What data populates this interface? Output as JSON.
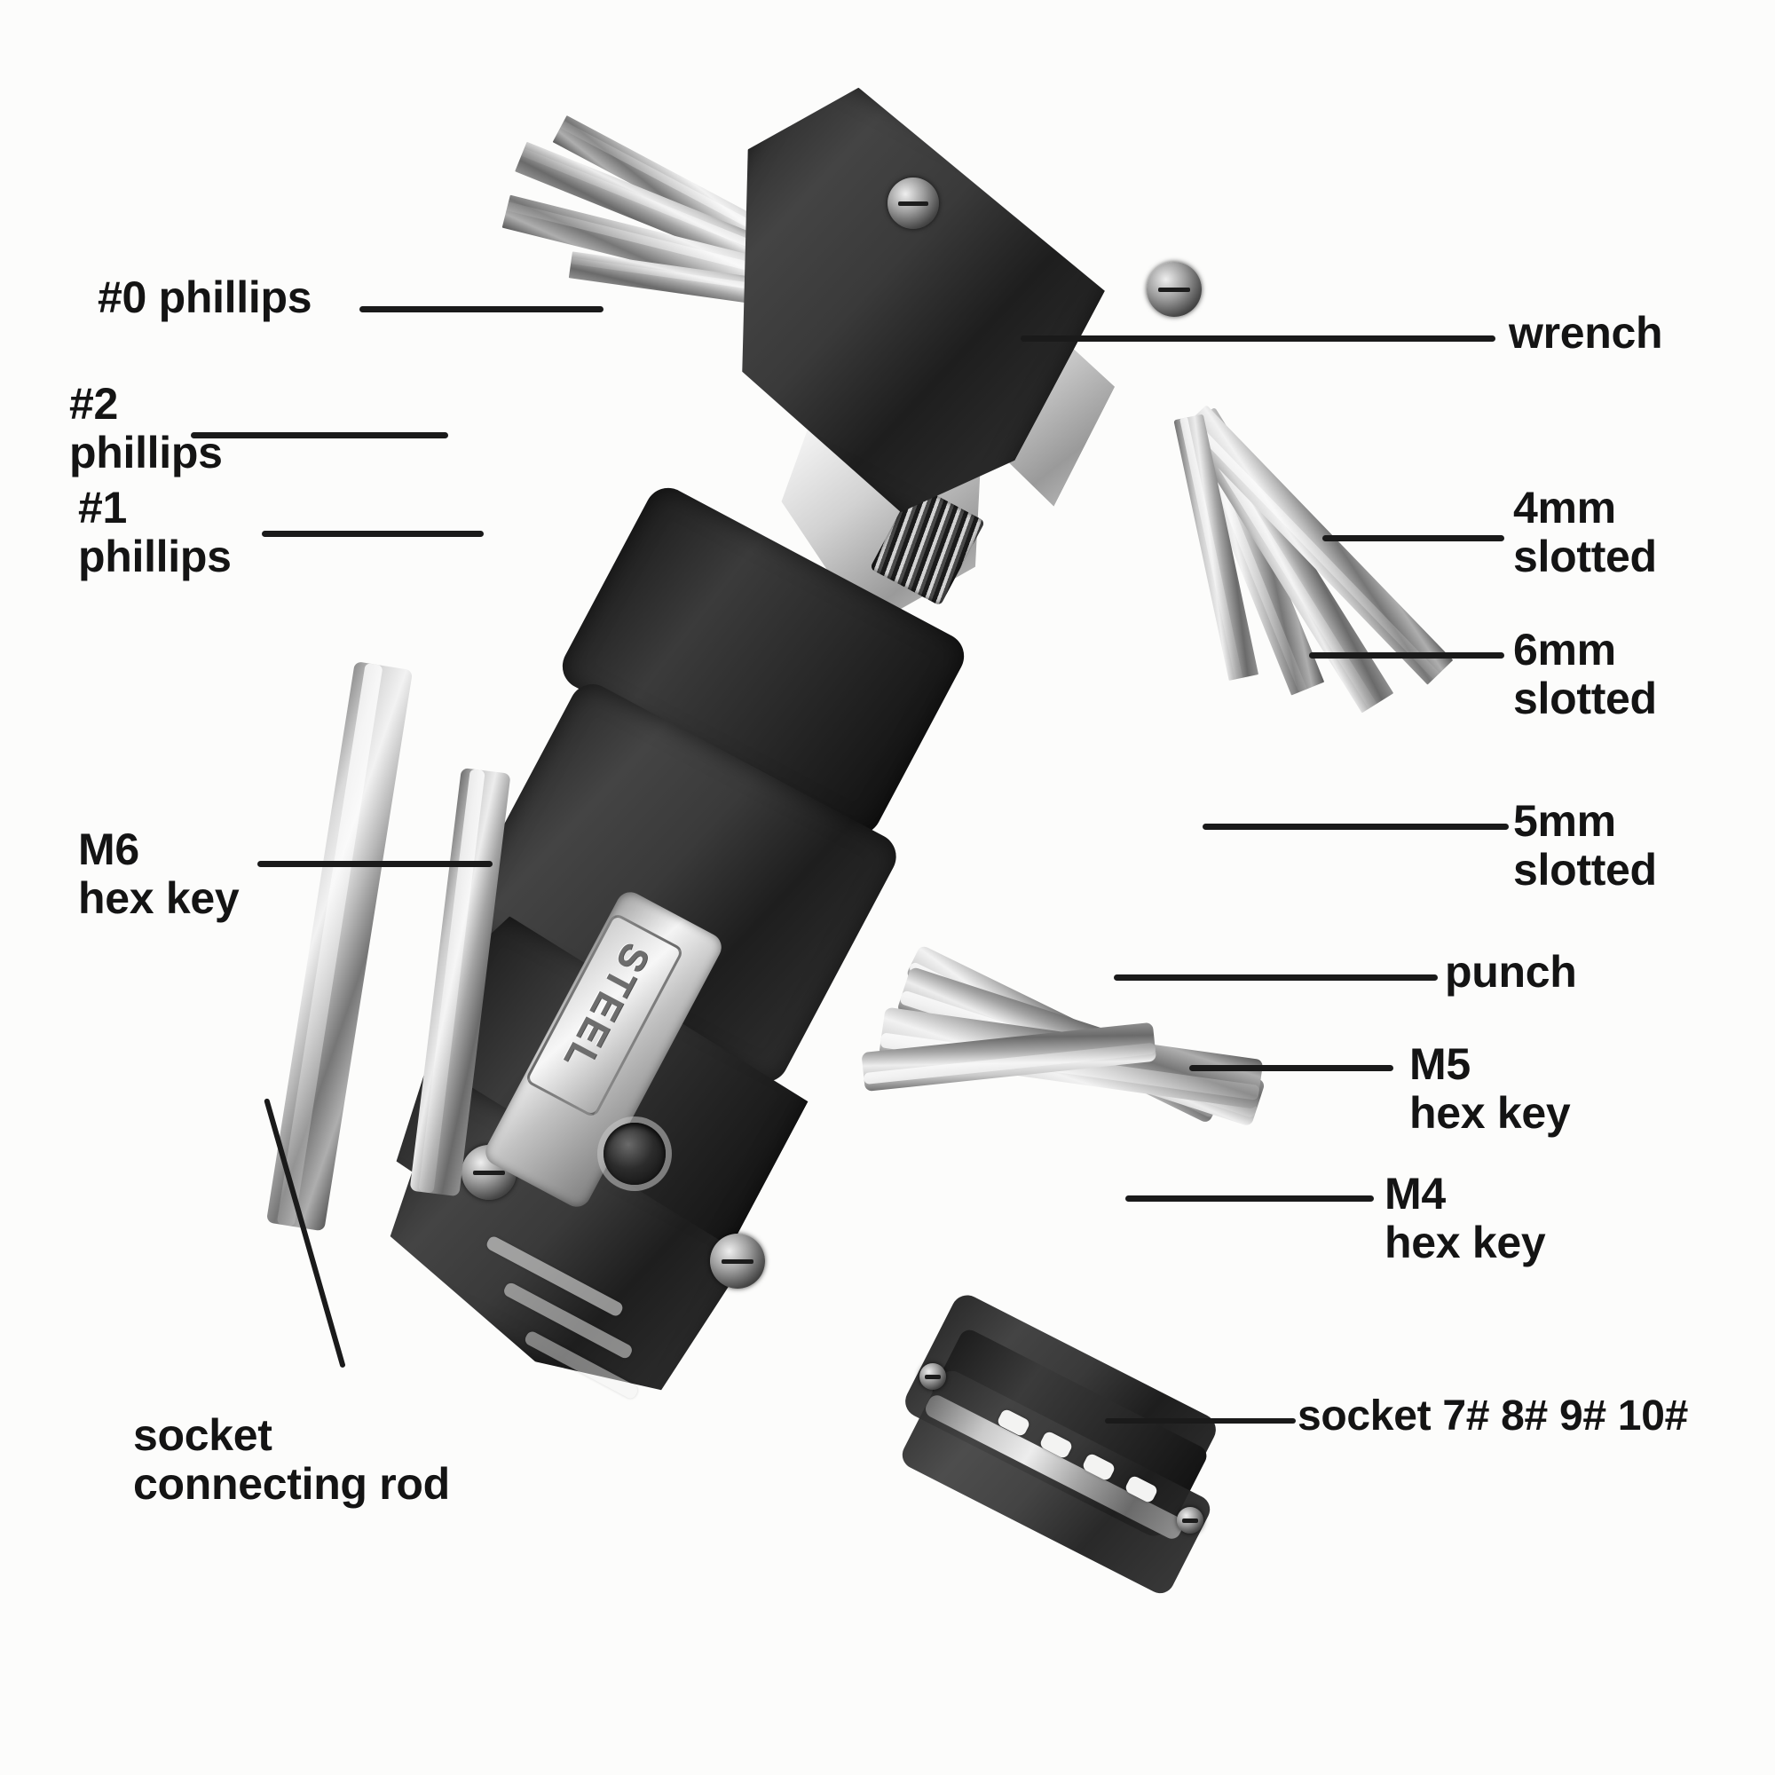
{
  "diagram": {
    "title": "Folding multi-tool exploded callout diagram",
    "background_color": "#fcfcfb",
    "text_color": "#141414",
    "leader_color": "#1a1a1a",
    "product_marking": "STEEL"
  },
  "callouts": [
    {
      "id": "phillips-0",
      "label": "#0 phillips",
      "side": "left"
    },
    {
      "id": "phillips-2",
      "label": "#2\nphillips",
      "side": "left"
    },
    {
      "id": "phillips-1",
      "label": "#1\nphillips",
      "side": "left"
    },
    {
      "id": "m6-hex-key",
      "label": "M6\nhex key",
      "side": "left"
    },
    {
      "id": "socket-rod",
      "label": "socket\nconnecting rod",
      "side": "left"
    },
    {
      "id": "wrench",
      "label": "wrench",
      "side": "right"
    },
    {
      "id": "slotted-4mm",
      "label": "4mm\nslotted",
      "side": "right"
    },
    {
      "id": "slotted-6mm",
      "label": "6mm\nslotted",
      "side": "right"
    },
    {
      "id": "slotted-5mm",
      "label": "5mm\nslotted",
      "side": "right"
    },
    {
      "id": "punch",
      "label": "punch",
      "side": "right"
    },
    {
      "id": "m5-hex-key",
      "label": "M5\nhex key",
      "side": "right"
    },
    {
      "id": "m4-hex-key",
      "label": "M4\nhex key",
      "side": "right"
    },
    {
      "id": "socket-set",
      "label": "socket 7# 8# 9# 10#",
      "side": "right"
    }
  ]
}
